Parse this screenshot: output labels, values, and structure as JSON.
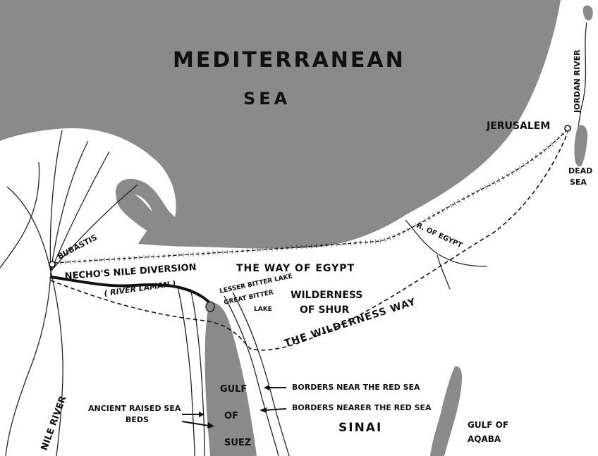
{
  "labels": {
    "sea_line1": "MEDITERRANEAN",
    "sea_line2": "SEA",
    "jordan": "JORDAN RIVER",
    "jerusalem": "JERUSALEM",
    "dead_sea_1": "DEAD",
    "dead_sea_2": "SEA",
    "bubastis": "BUBASTIS",
    "river_of_egypt": "R. OF EGYPT",
    "way_of_egypt": "THE WAY OF EGYPT",
    "necho": "NECHO'S NILE DIVERSION",
    "river_laman": "( RIVER LAMAN )",
    "lesser_bitter": "LESSER BITTER LAKE",
    "great_bitter_1": "GREAT BITTER",
    "great_bitter_2": "LAKE",
    "wilderness_shur_1": "WILDERNESS",
    "wilderness_shur_2": "OF SHUR",
    "wilderness_way": "THE WILDERNESS WAY",
    "borders_near": "BORDERS NEAR THE RED SEA",
    "borders_nearer": "BORDERS NEARER THE RED SEA",
    "gulf": "GULF",
    "of": "OF",
    "suez": "SUEZ",
    "ancient_1": "ANCIENT RAISED SEA",
    "ancient_2": "BEDS",
    "sinai": "SINAI",
    "gulf_aqaba_1": "GULF OF",
    "gulf_aqaba_2": "AQABA",
    "nile_river": "NILE RIVER"
  },
  "colors": {
    "water": "#8a8a8a",
    "land": "#ffffff",
    "ink": "#111111"
  }
}
